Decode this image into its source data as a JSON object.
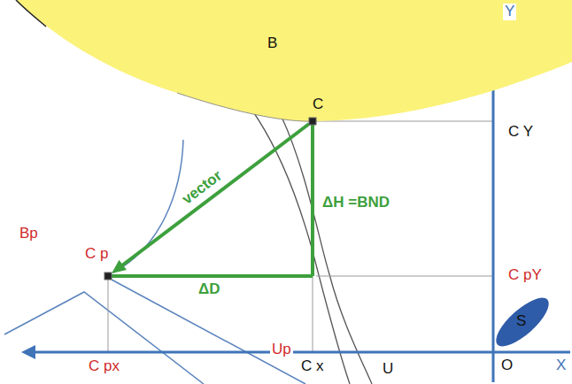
{
  "diagram": {
    "nodes": [
      {
        "text": [
          "B"
        ]
      },
      {
        "text": [
          "C"
        ]
      },
      {
        "text": [
          "C p"
        ]
      },
      {
        "text": [
          "S"
        ]
      }
    ],
    "edges": [
      {
        "from": 1,
        "to": 2,
        "arrow": "to",
        "label": "vector"
      }
    ],
    "labels": [
      "Y",
      "C Y",
      "ΔH =BND",
      "Bp",
      "C pY",
      "ΔD",
      "C px",
      "Up",
      "C x",
      "U",
      "O",
      "X"
    ]
  }
}
